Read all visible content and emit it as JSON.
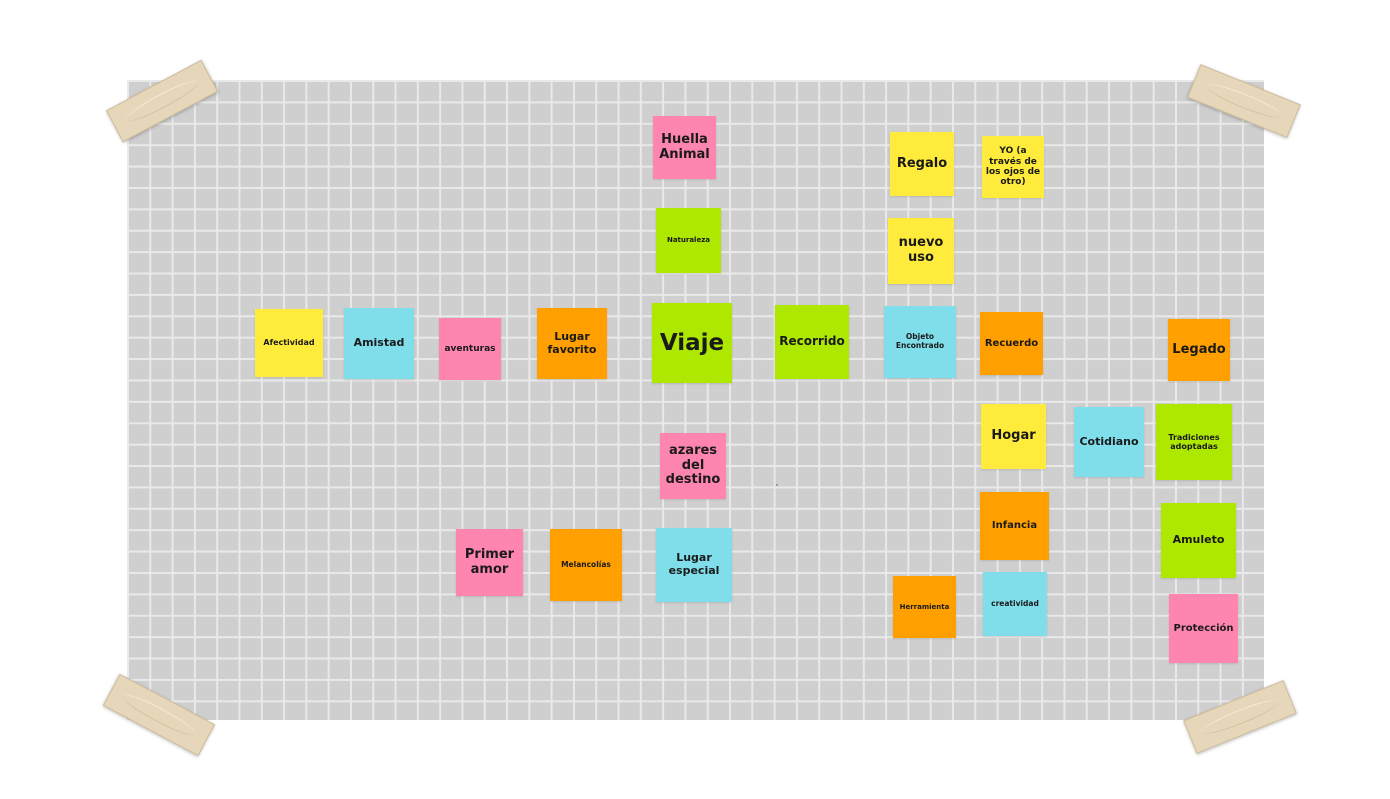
{
  "colors": {
    "yellow": "#ffeb3b",
    "cyan": "#80deea",
    "pink": "#ff85b1",
    "orange": "#ffa000",
    "green": "#aee800",
    "board": "#cfcfcf",
    "tape": "#e7d7ba"
  },
  "notes": {
    "huella_animal": "Huella Animal",
    "naturaleza": "Naturaleza",
    "regalo": "Regalo",
    "yo": "YO (a través de los ojos de otro)",
    "nuevo_uso": "nuevo uso",
    "afectividad": "Afectividad",
    "amistad": "Amistad",
    "aventuras": "aventuras",
    "lugar_favorito": "Lugar favorito",
    "viaje": "Viaje",
    "recorrido": "Recorrido",
    "objeto_encontrado": "Objeto Encontrado",
    "recuerdo": "Recuerdo",
    "legado": "Legado",
    "hogar": "Hogar",
    "cotidiano": "Cotidiano",
    "tradiciones": "Tradiciones adoptadas",
    "azares": "azares del destino",
    "infancia": "Infancia",
    "amuleto": "Amuleto",
    "primer_amor": "Primer amor",
    "melancolias": "Melancolías",
    "lugar_especial": "Lugar especial",
    "herramienta": "Herramienta",
    "creatividad": "creatividad",
    "proteccion": "Protección"
  }
}
